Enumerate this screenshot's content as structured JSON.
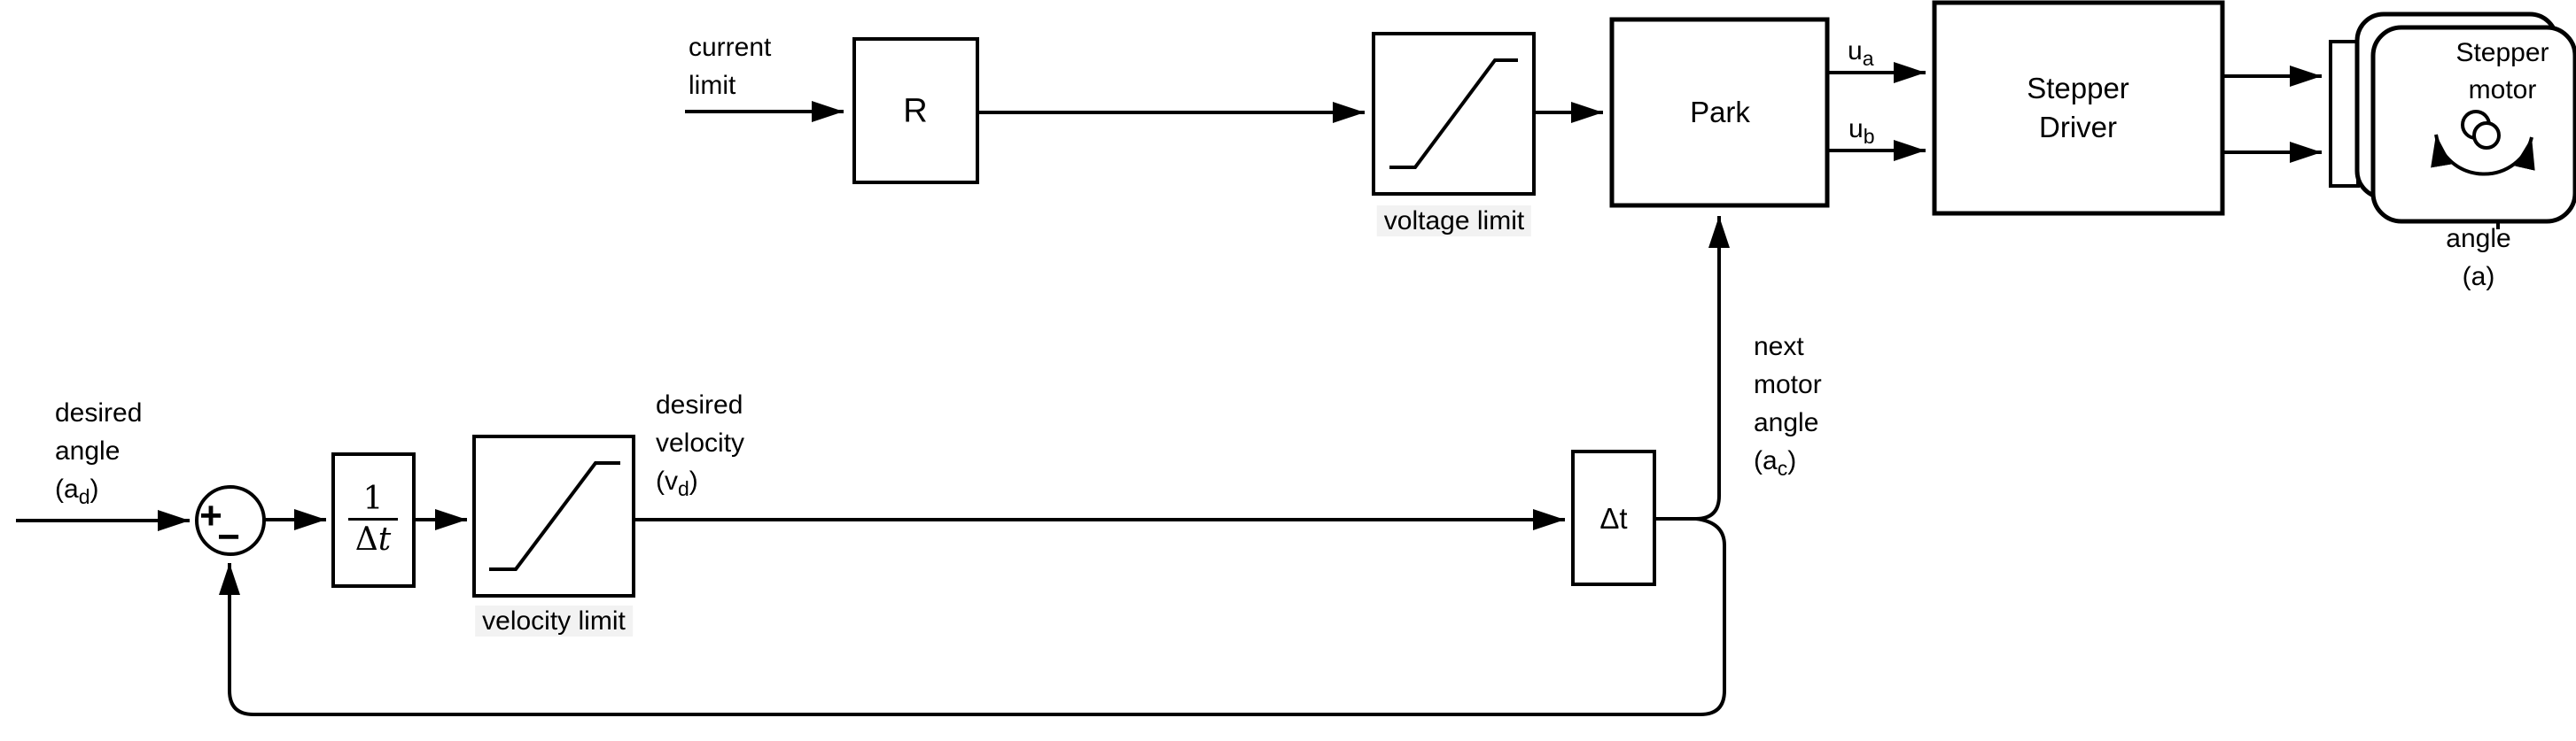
{
  "diagram": {
    "background": "#ffffff",
    "line_color": "#000000",
    "caption_bg": "#f2f2f2"
  },
  "blocks": {
    "r_label": "R",
    "park_label": "Park",
    "stepper_driver_lines": [
      "Stepper",
      "Driver"
    ],
    "stepper_motor_lines": [
      "Stepper",
      "motor"
    ],
    "delta_t_label": "Δt",
    "integrator": {
      "numerator": "1",
      "denom_delta": "Δ",
      "denom_var": "t"
    }
  },
  "captions": {
    "voltage_limit": "voltage limit",
    "velocity_limit": "velocity limit"
  },
  "signals": {
    "current_limit": [
      "current",
      "limit"
    ],
    "desired_angle": {
      "lines": [
        "desired",
        "angle"
      ],
      "paren_open": "(a",
      "sub": "d",
      "paren_close": ")"
    },
    "desired_velocity": {
      "lines": [
        "desired",
        "velocity"
      ],
      "paren_open": "(v",
      "sub": "d",
      "paren_close": ")"
    },
    "next_motor_angle": {
      "lines": [
        "next",
        "motor",
        "angle"
      ],
      "paren_open": "(a",
      "sub": "c",
      "paren_close": ")"
    },
    "u_a": {
      "base": "u",
      "sub": "a"
    },
    "u_b": {
      "base": "u",
      "sub": "b"
    },
    "angle_output": {
      "line1": "angle",
      "line2": "(a)"
    },
    "sum_plus": "+",
    "sum_minus": "−"
  }
}
